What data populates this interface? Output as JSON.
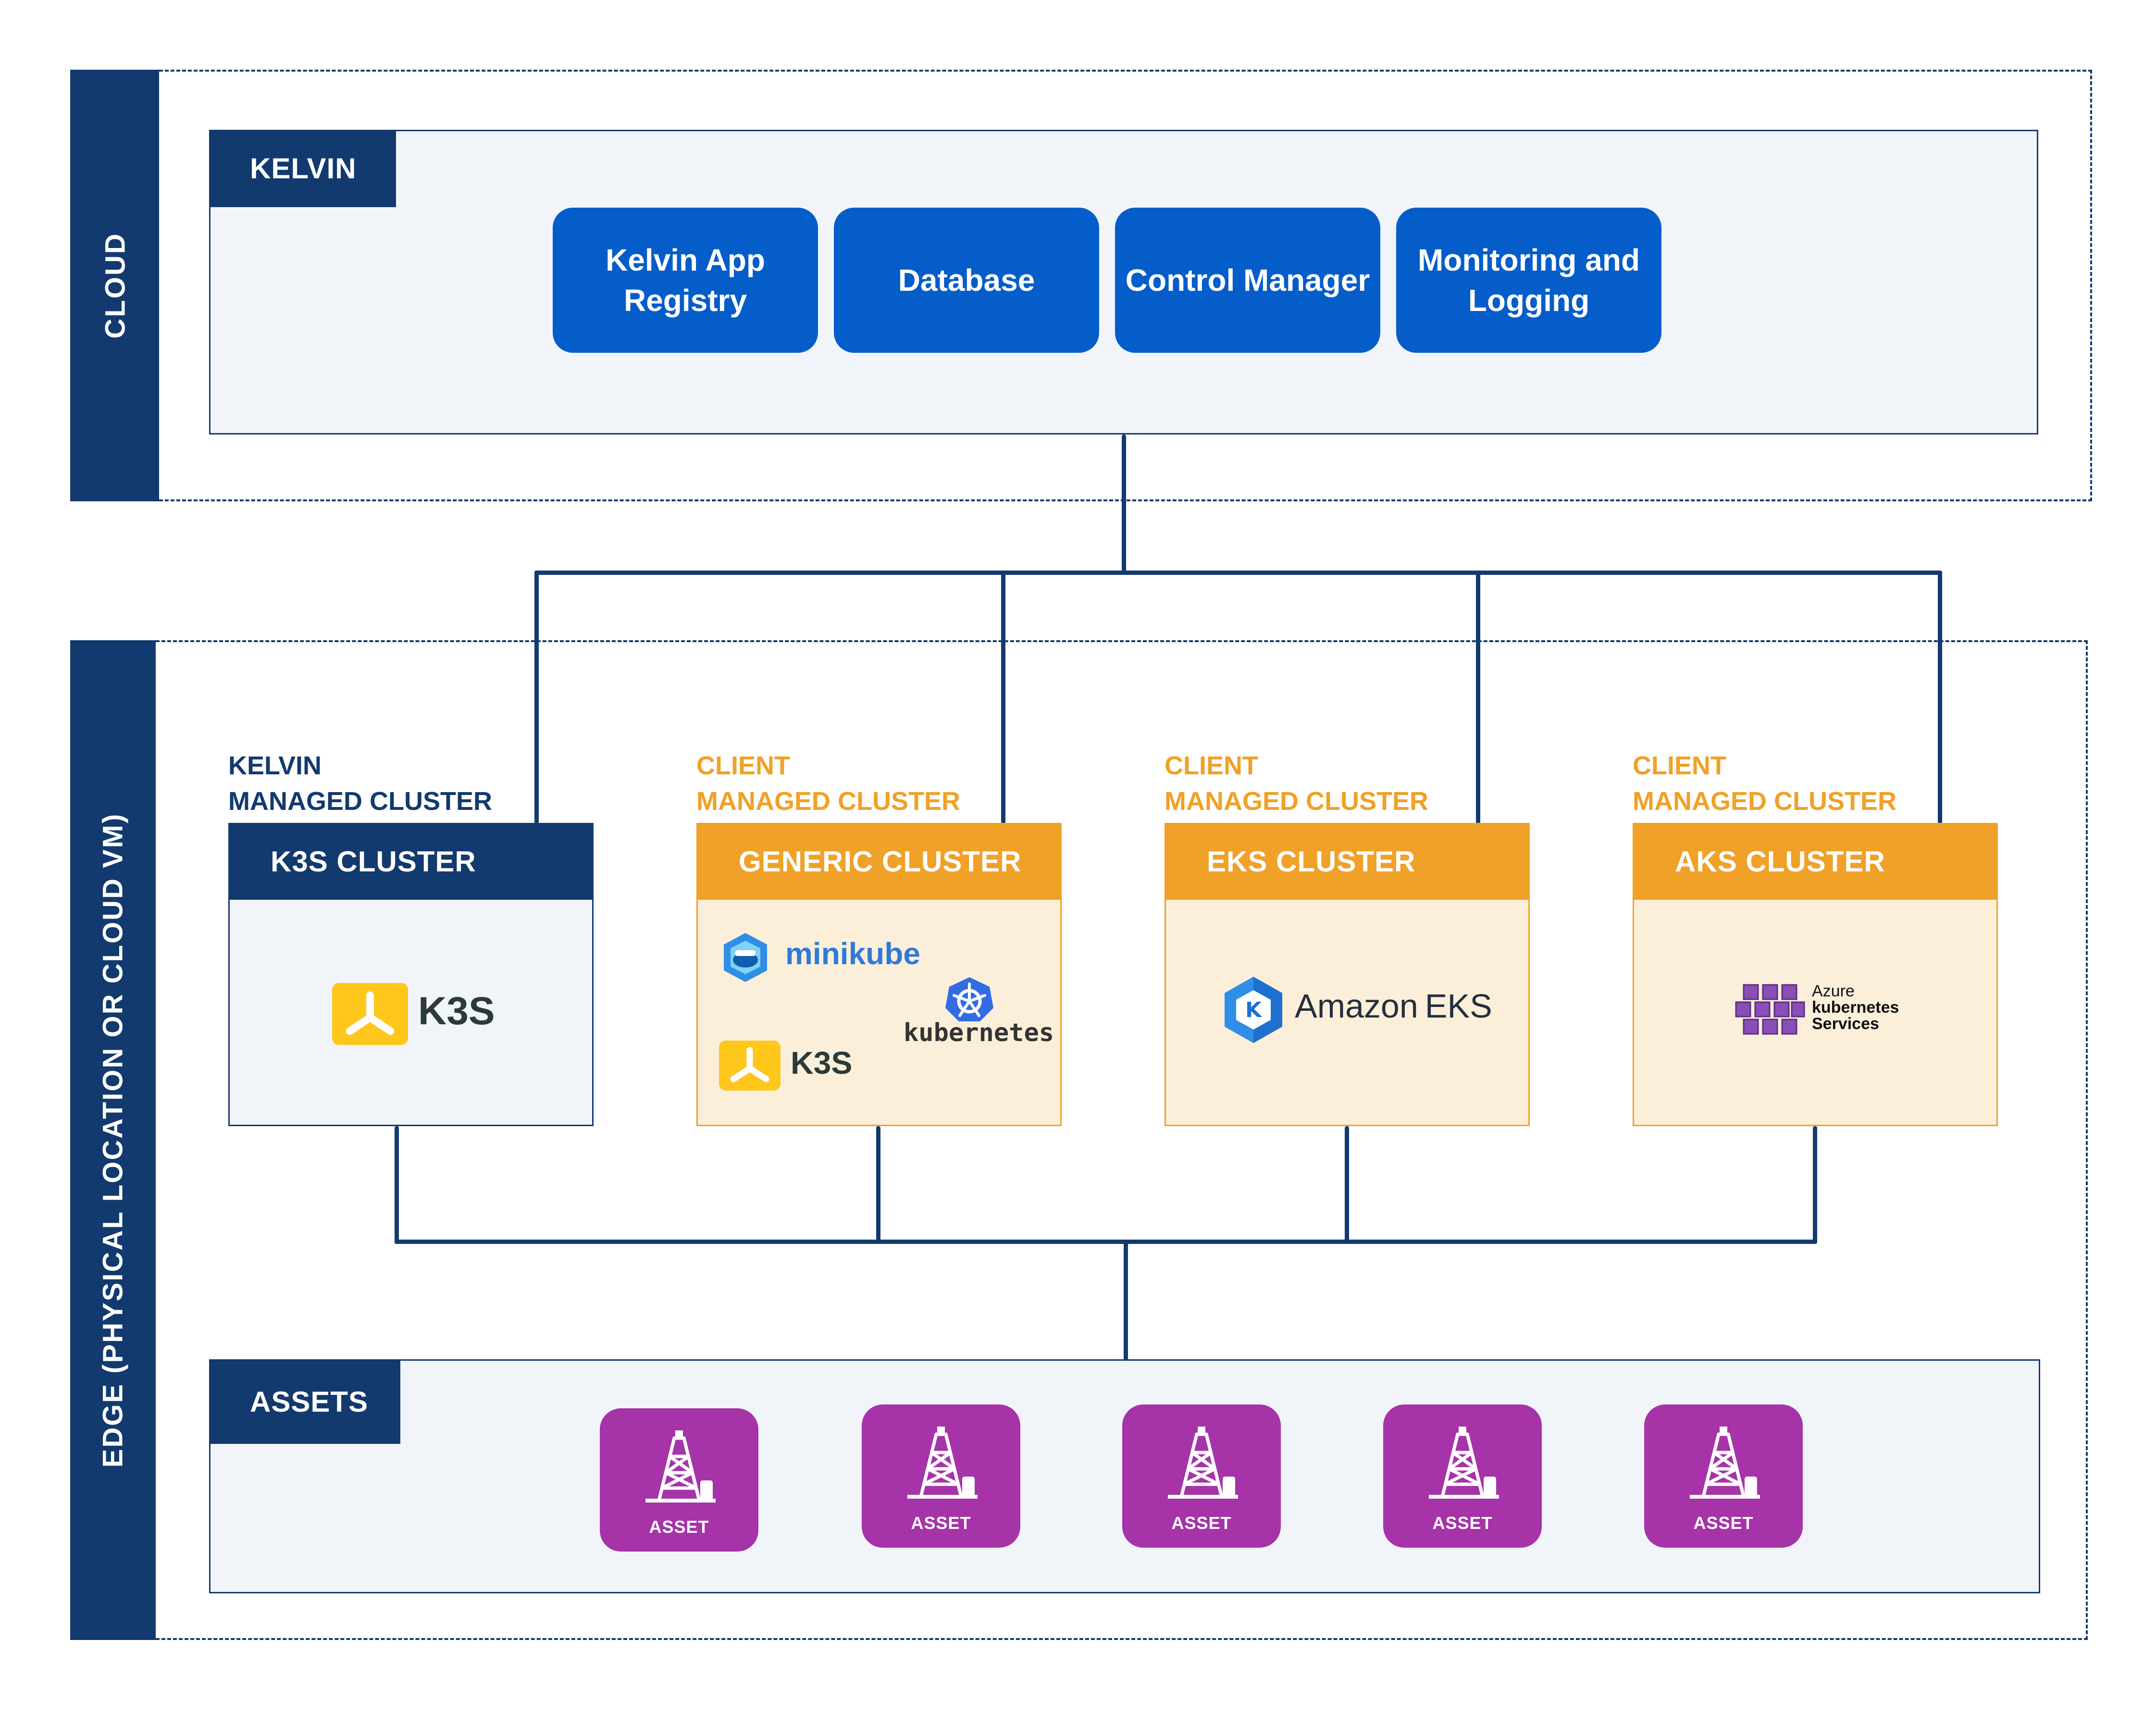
{
  "zones": {
    "cloud_label": "CLOUD",
    "edge_label": "EDGE  (PHYSICAL LOCATION OR CLOUD VM)"
  },
  "kelvin_panel": {
    "title": "KELVIN",
    "services": [
      "Kelvin App Registry",
      "Database",
      "Control Manager",
      "Monitoring and Logging"
    ]
  },
  "clusters": [
    {
      "caption_line1": "KELVIN",
      "caption_line2": "MANAGED CLUSTER",
      "title": "K3S CLUSTER",
      "logos": [
        "K3S"
      ]
    },
    {
      "caption_line1": "CLIENT",
      "caption_line2": "MANAGED CLUSTER",
      "title": "GENERIC CLUSTER",
      "logos": [
        "minikube",
        "kubernetes",
        "K3S"
      ]
    },
    {
      "caption_line1": "CLIENT",
      "caption_line2": "MANAGED CLUSTER",
      "title": "EKS CLUSTER",
      "logos": [
        "Amazon",
        "EKS"
      ]
    },
    {
      "caption_line1": "CLIENT",
      "caption_line2": "MANAGED CLUSTER",
      "title": "AKS CLUSTER",
      "logos": [
        "Azure",
        "kubernetes",
        "Services"
      ]
    }
  ],
  "assets_panel": {
    "title": "ASSETS",
    "assets": [
      "ASSET",
      "ASSET",
      "ASSET",
      "ASSET",
      "ASSET"
    ]
  },
  "colors": {
    "navy": "#123a6e",
    "service_blue": "#045dc9",
    "orange": "#f0a127",
    "orange_bg": "#fcefd9",
    "panel_bg": "#f1f5fa",
    "asset_purple": "#a633a8",
    "k3s_yellow": "#ffc61c"
  },
  "icons": [
    "k3s-logo-icon",
    "minikube-icon",
    "kubernetes-helm-icon",
    "amazon-eks-icon",
    "azure-aks-icon",
    "oil-rig-icon"
  ]
}
